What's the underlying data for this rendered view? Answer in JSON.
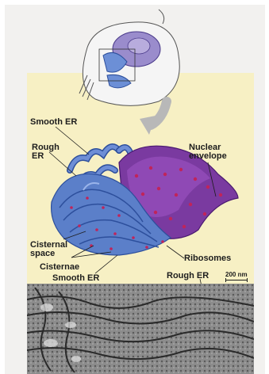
{
  "labels": {
    "smooth_er_top": "Smooth ER",
    "rough_er_line1": "Rough",
    "rough_er_line2": "ER",
    "nuclear_line1": "Nuclear",
    "nuclear_line2": "envelope",
    "cisternal_line1": "Cisternal",
    "cisternal_line2": "space",
    "cisternae": "Cisternae",
    "ribosomes": "Ribosomes",
    "smooth_er_bottom": "Smooth ER",
    "rough_er_bottom": "Rough ER",
    "scale_bar": "200 nm"
  },
  "colors": {
    "panel": "#f7f0c4",
    "er_blue": "#5b7fc9",
    "er_dark": "#2d4f9c",
    "nucleus": "#7a3aa0",
    "ribosome": "#c0245a",
    "arrow": "#b8b8b8"
  },
  "icons": [
    "cell-overview-illustration",
    "zoom-arrow-icon"
  ]
}
